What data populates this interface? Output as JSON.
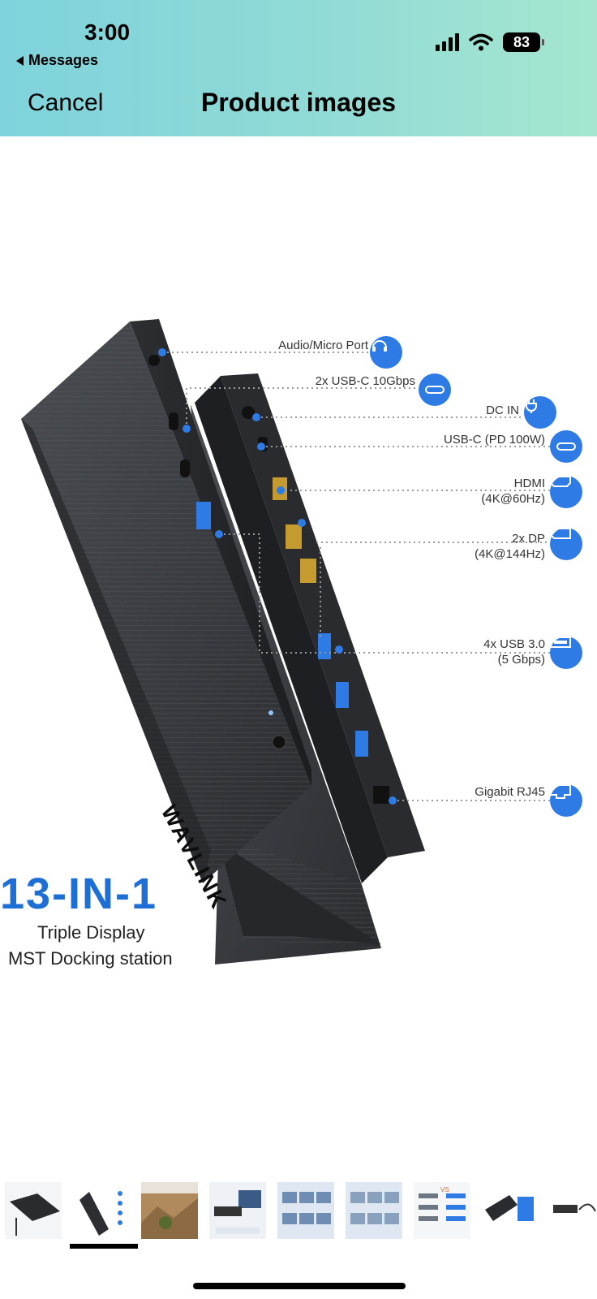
{
  "status_bar": {
    "time": "3:00",
    "back_app": "Messages",
    "battery": "83"
  },
  "header": {
    "cancel_label": "Cancel",
    "title": "Product images"
  },
  "product": {
    "brand_logo": "WAVLINK",
    "callouts": [
      {
        "label": "Audio/Micro Port",
        "icon": "headset-icon"
      },
      {
        "label": "2x USB-C 10Gbps",
        "icon": "usb-c-icon"
      },
      {
        "label": "DC IN",
        "icon": "power-plug-icon"
      },
      {
        "label": "USB-C (PD 100W)",
        "icon": "usb-c-icon"
      },
      {
        "label": "HDMI\n(4K@60Hz)",
        "icon": "hdmi-port-icon"
      },
      {
        "label": "2x DP\n(4K@144Hz)",
        "icon": "displayport-icon"
      },
      {
        "label": "4x USB 3.0\n(5 Gbps)",
        "icon": "usb-a-icon"
      },
      {
        "label": "Gigabit RJ45",
        "icon": "ethernet-port-icon"
      }
    ],
    "headline": "13-IN-1",
    "subline1": "Triple Display",
    "subline2": "MST Docking station"
  },
  "thumbnails": {
    "selected_index": 1,
    "items": [
      {
        "name": "thumbnail-dock-top"
      },
      {
        "name": "thumbnail-ports-diagram"
      },
      {
        "name": "thumbnail-8k-vivid-image"
      },
      {
        "name": "thumbnail-100w-charging"
      },
      {
        "name": "thumbnail-windows-modes"
      },
      {
        "name": "thumbnail-mac-modes"
      },
      {
        "name": "thumbnail-comparison"
      },
      {
        "name": "thumbnail-dock-angle"
      },
      {
        "name": "thumbnail-accessories"
      }
    ]
  },
  "colors": {
    "accent_blue": "#2f7be5",
    "headline_blue": "#1d6fd6",
    "header_gradient_start": "#7fd3dc",
    "header_gradient_end": "#a6e6d0"
  }
}
